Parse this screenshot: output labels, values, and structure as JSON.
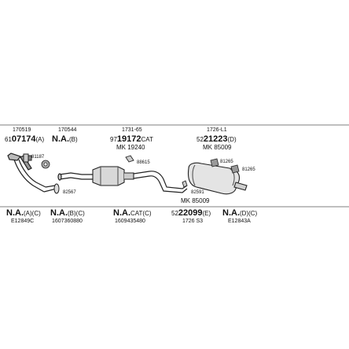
{
  "top_labels": [
    {
      "code": "170519",
      "prefix": "61",
      "number": "07174",
      "suffix": "(A)"
    },
    {
      "code": "170544",
      "prefix": "",
      "number": "N.A.",
      "suffix": "(B)"
    },
    {
      "code": "1731-65",
      "prefix": "97",
      "number": "19172",
      "suffix": "CAT",
      "extra": "MK 19240"
    },
    {
      "code": "1726-L1",
      "prefix": "52",
      "number": "21223",
      "suffix": "(D)",
      "extra": "MK 85009"
    }
  ],
  "part_numbers": {
    "clamp_a": "81187",
    "gasket_a": "82567",
    "clamp_cat": "88615",
    "clamp_mid": "82591",
    "mk_mid": "MK 85009",
    "clamp_rear1": "81265",
    "clamp_rear2": "81265"
  },
  "bottom_labels": [
    {
      "number": "N.A.",
      "suffix": "(A)(C)",
      "code": "E12849C"
    },
    {
      "number": "N.A.",
      "suffix": "(B)(C)",
      "code": "1607360880"
    },
    {
      "number": "N.A.",
      "suffix": "CAT(C)",
      "code": "1609435480"
    },
    {
      "prefix": "52",
      "number": "22099",
      "suffix": "(E)",
      "code": "1726 S3"
    },
    {
      "number": "N.A.",
      "suffix": "(D)(C)",
      "code": "E12843A"
    }
  ]
}
